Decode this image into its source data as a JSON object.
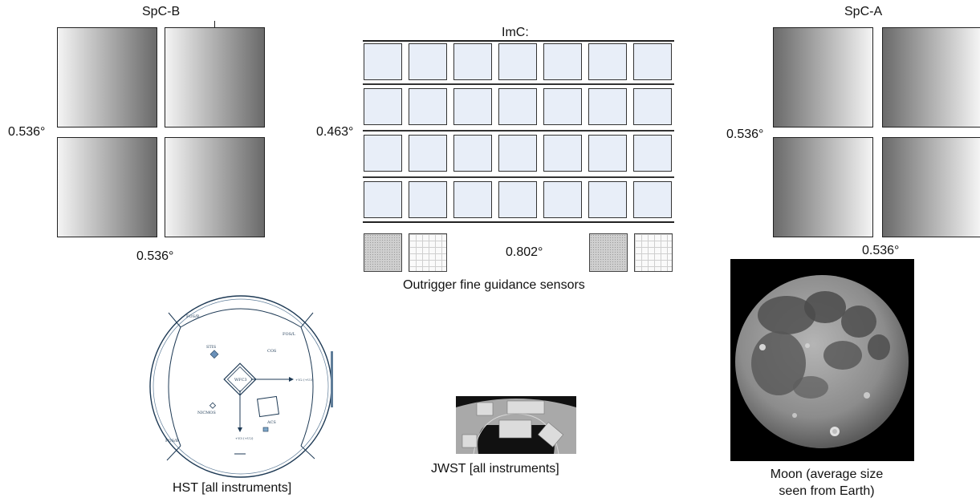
{
  "spc_b": {
    "title": "SpC-B",
    "height_label": "0.536°",
    "width_label": "0.536°"
  },
  "imc": {
    "title": "ImC:",
    "height_label": "0.463°",
    "width_label": "0.802°",
    "fgs_caption": "Outrigger fine guidance sensors"
  },
  "spc_a": {
    "title": "SpC-A",
    "height_label": "0.536°",
    "width_label": "0.536°"
  },
  "hst": {
    "caption": "HST [all instruments]",
    "labels": {
      "fos_r": "FOS/R",
      "fos_l": "FOS/L",
      "stis": "STIS",
      "cos": "COS",
      "wfc3": "WFC3",
      "v2": "+V2 (+U3)",
      "nicmos": "NICMOS",
      "acs": "ACS",
      "v3": "+V3 (+U2)",
      "fos_b": "FOS/B"
    }
  },
  "jwst": {
    "caption": "JWST [all instruments]"
  },
  "moon": {
    "caption_line1": "Moon (average size",
    "caption_line2": "seen from Earth)"
  }
}
